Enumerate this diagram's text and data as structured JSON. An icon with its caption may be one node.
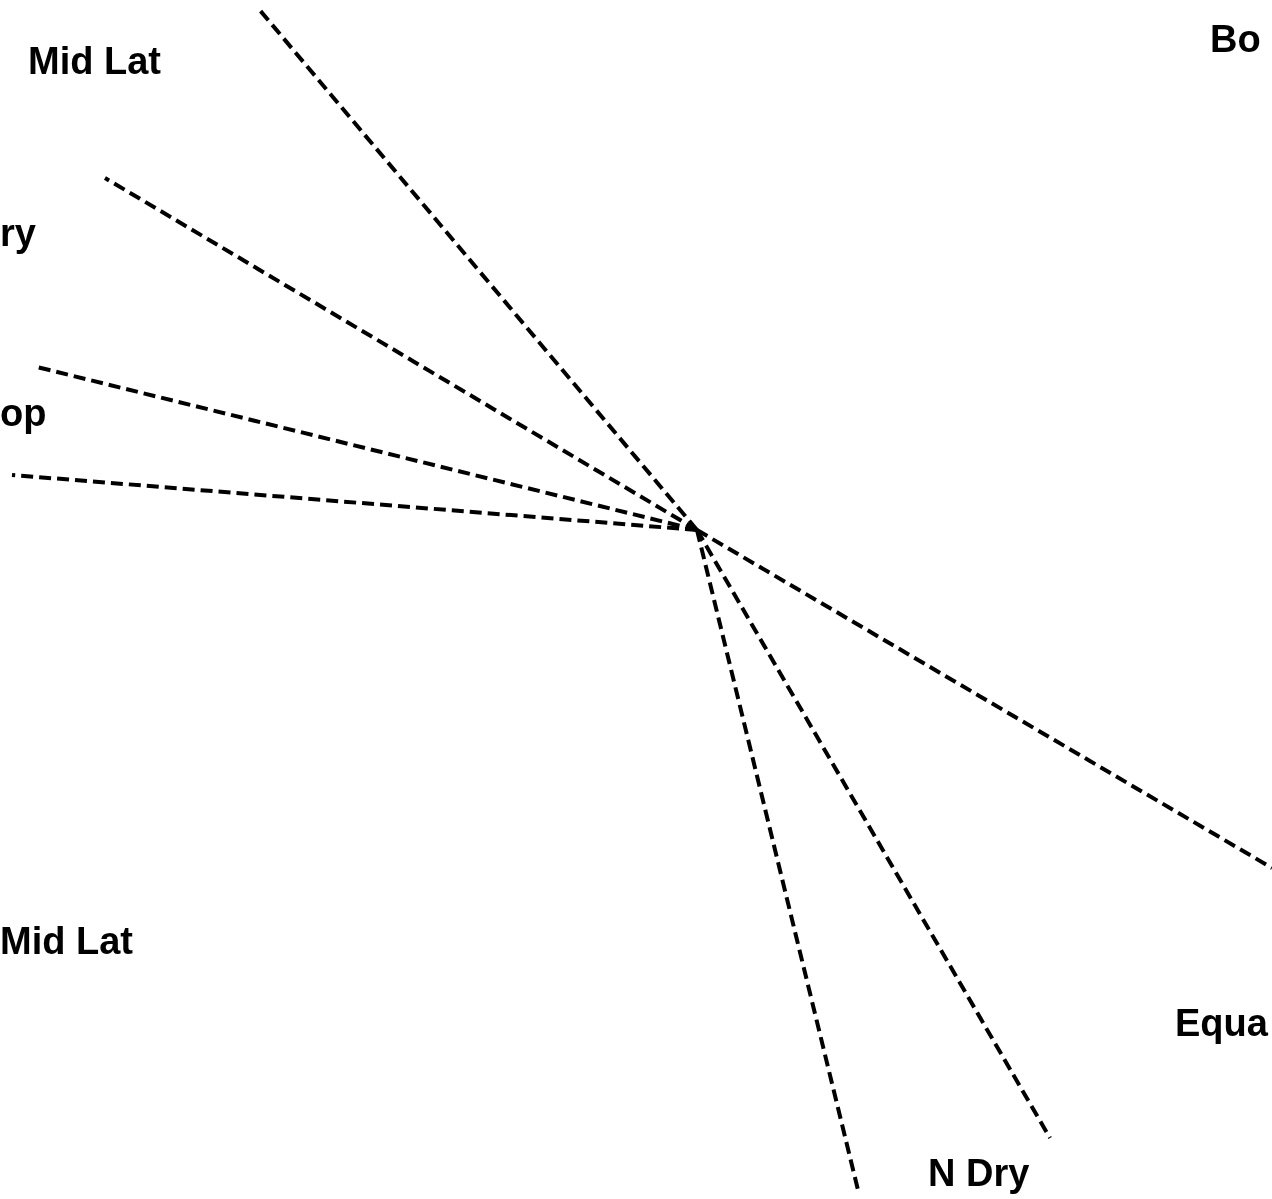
{
  "diagram": {
    "labels": [
      "Bo",
      "Mid Lat",
      "ry",
      "op",
      "Mid Lat",
      "Equa",
      "N Dry"
    ]
  }
}
